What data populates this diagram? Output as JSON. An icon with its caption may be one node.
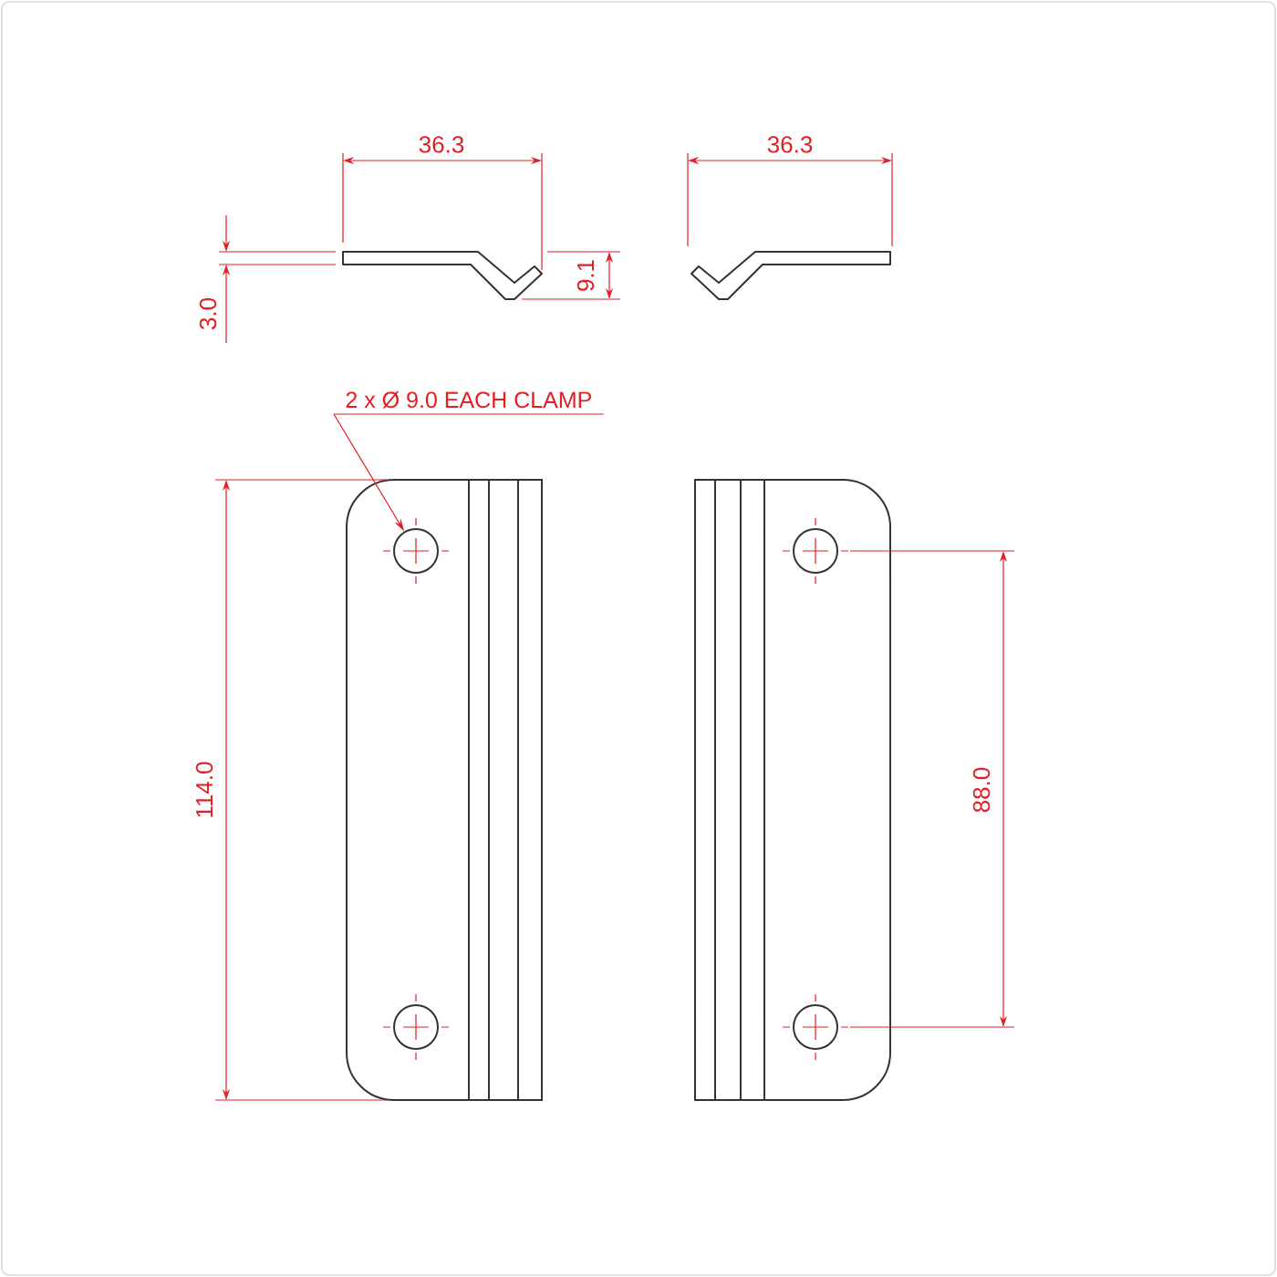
{
  "diagram": {
    "nodes": [
      {
        "text": [
          "2 x Ø 9.0 EACH CLAMP"
        ]
      },
      {
        "text": [],
        "shape": "circle"
      }
    ],
    "edges": [
      {
        "from": 0,
        "to": 1,
        "arrow": "to"
      }
    ],
    "labels": [
      "36.3",
      "36.3",
      "3.0",
      "9.1",
      "114.0",
      "88.0"
    ]
  }
}
